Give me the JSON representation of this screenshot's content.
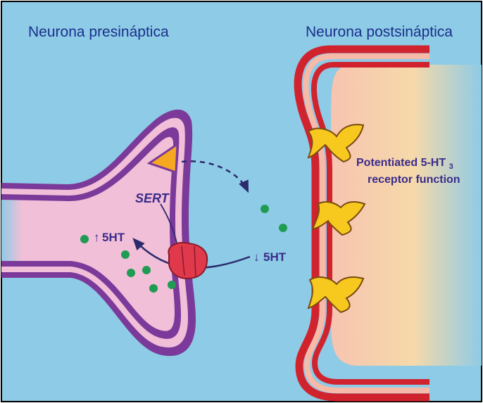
{
  "diagram": {
    "labels": {
      "presynaptic": "Neurona presináptica",
      "postsynaptic": "Neurona postsináptica",
      "sert": "SERT",
      "up_5ht": "5HT",
      "down_5ht": "5HT",
      "receptor_line1_main": "Potentiated 5-HT",
      "receptor_line1_sub": "3",
      "receptor_line2": "receptor function",
      "up_arrow": "↑",
      "down_arrow": "↓"
    },
    "colors": {
      "background": "#8ECBE6",
      "frame": "#000000",
      "membrane_outer": "#7B3A9A",
      "cytoplasm_pre": "#F2BFD8",
      "post_membrane": "#D0232E",
      "post_fill": "#F7B9A8",
      "post_gradient_end": "#F6D9A8",
      "sert_transporter": "#E0394B",
      "serotonin_dot": "#1F9B53",
      "receptor": "#F7C81E",
      "autoreceptor": "#F6A823",
      "label_text": "#1B2F8C",
      "annotation_text": "#3A2C8A"
    }
  }
}
